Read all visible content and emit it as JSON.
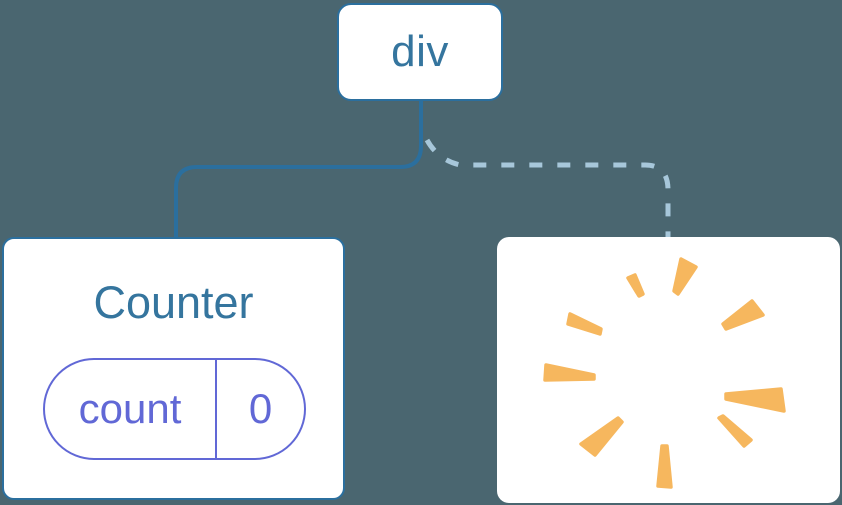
{
  "colors": {
    "bg": "#4a6670",
    "card_bg": "#ffffff",
    "line_solid": "#2b6f9e",
    "line_dashed": "#a7c7da",
    "text_blue": "#35759e",
    "pill": "#6168d6",
    "poof": "#f6b75e"
  },
  "tree": {
    "root": {
      "label": "div"
    },
    "counter": {
      "title": "Counter",
      "state": {
        "key": "count",
        "value": "0"
      }
    },
    "removed": {
      "icon": "poof-burst"
    }
  }
}
